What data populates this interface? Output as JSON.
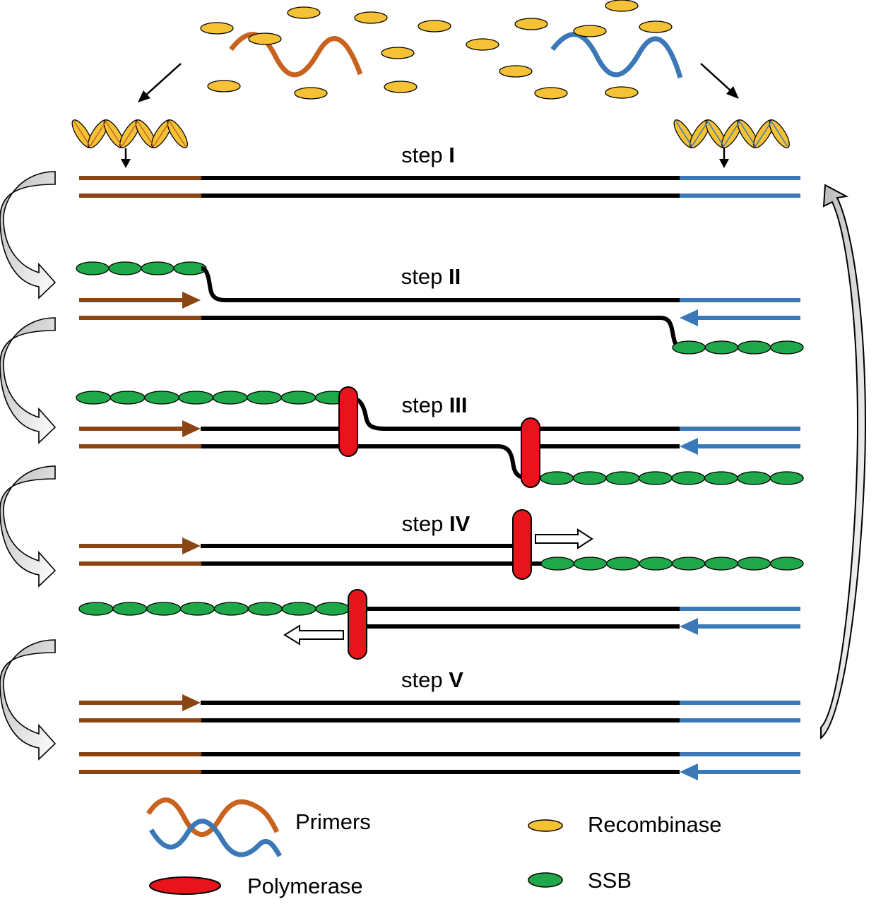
{
  "steps": [
    {
      "prefix": "step ",
      "numeral": "I"
    },
    {
      "prefix": "step ",
      "numeral": "II"
    },
    {
      "prefix": "step ",
      "numeral": "III"
    },
    {
      "prefix": "step ",
      "numeral": "IV"
    },
    {
      "prefix": "step ",
      "numeral": "V"
    }
  ],
  "legend": {
    "primers": "Primers",
    "recombinase": "Recombinase",
    "polymerase": "Polymerase",
    "ssb": "SSB"
  },
  "colors": {
    "forward_primer_strand": "#8B4513",
    "forward_primer_free": "#C8621E",
    "reverse_primer": "#3A78B8",
    "template": "#000000",
    "recombinase": "#F5C236",
    "ssb": "#1FA84A",
    "polymerase": "#E8141B",
    "cycle_arrow": "#D6D6D6"
  }
}
